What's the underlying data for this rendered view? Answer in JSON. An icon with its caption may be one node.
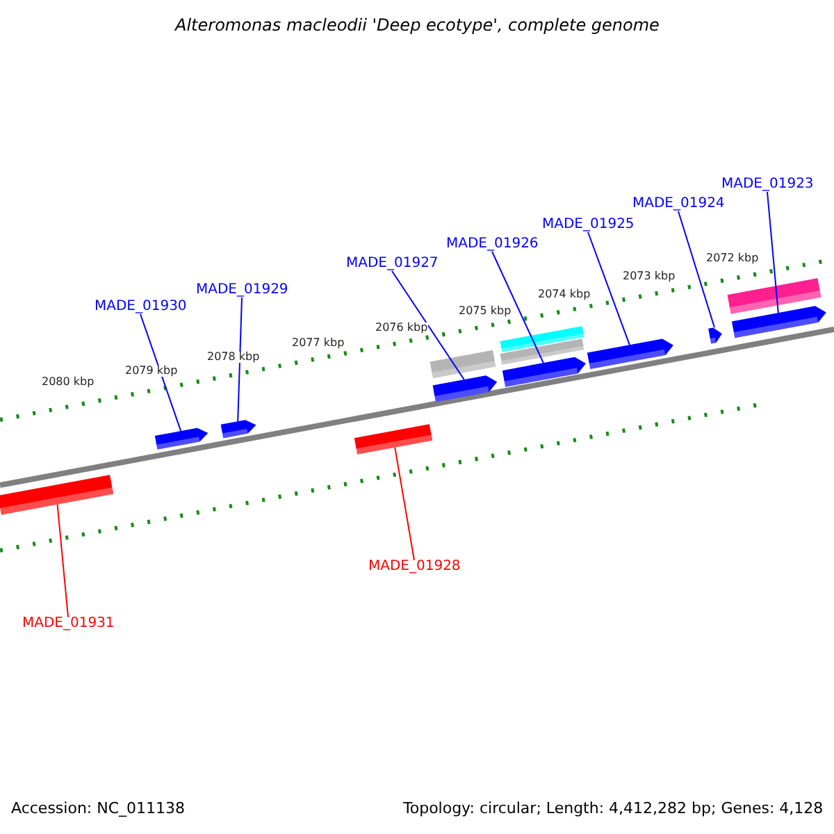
{
  "diagram": {
    "title": "Alteromonas macleodii 'Deep ecotype', complete genome",
    "nodes": [
      {
        "text": [
          "MADE_01923"
        ]
      },
      {
        "text": [
          "MADE_01924"
        ]
      },
      {
        "text": [
          "MADE_01925"
        ]
      },
      {
        "text": [
          "MADE_01926"
        ]
      },
      {
        "text": [
          "MADE_01927"
        ]
      },
      {
        "text": [
          "MADE_01929"
        ]
      },
      {
        "text": [
          "MADE_01930"
        ]
      },
      {
        "text": [
          "MADE_01928"
        ]
      },
      {
        "text": [
          "MADE_01931"
        ]
      },
      {
        "text": [],
        "shape": "bar"
      },
      {
        "text": [],
        "shape": "bar"
      },
      {
        "text": [],
        "shape": "bar"
      },
      {
        "text": [],
        "shape": "bar"
      },
      {
        "text": [],
        "shape": "bar"
      },
      {
        "text": [],
        "shape": "bar"
      },
      {
        "text": [],
        "shape": "bar"
      },
      {
        "text": [],
        "shape": "bar"
      },
      {
        "text": [],
        "shape": "bar"
      },
      {
        "text": [],
        "shape": "bar"
      },
      {
        "text": [],
        "shape": "bar"
      },
      {
        "text": [],
        "shape": "bar"
      },
      {
        "text": [],
        "shape": "bar"
      }
    ],
    "edges": [
      {
        "from": 0,
        "to": 21,
        "arrow": "none"
      },
      {
        "from": 1,
        "to": 19,
        "arrow": "none"
      },
      {
        "from": 2,
        "to": 18,
        "arrow": "none"
      },
      {
        "from": 3,
        "to": 17,
        "arrow": "none"
      },
      {
        "from": 4,
        "to": 14,
        "arrow": "none"
      },
      {
        "from": 5,
        "to": 11,
        "arrow": "none"
      },
      {
        "from": 6,
        "to": 10,
        "arrow": "none"
      },
      {
        "from": 7,
        "to": 12,
        "arrow": "none",
        "color": "#ff0000"
      },
      {
        "from": 8,
        "to": 9,
        "arrow": "none",
        "color": "#ff0000"
      }
    ],
    "labels": [
      "2080 kbp",
      "2079 kbp",
      "2078 kbp",
      "2077 kbp",
      "2076 kbp",
      "2075 kbp",
      "2074 kbp",
      "2073 kbp",
      "2072 kbp",
      "Accession: NC_011138",
      "Topology: circular; Length: 4,412,282 bp; Genes: 4,128"
    ]
  }
}
